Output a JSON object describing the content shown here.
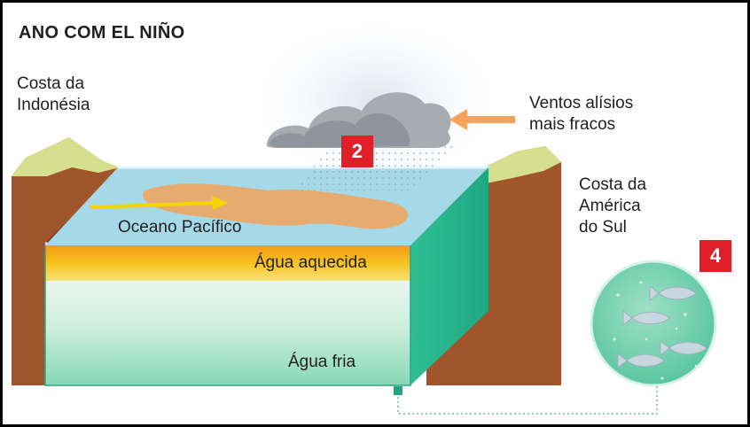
{
  "title": "ANO COM EL NIÑO",
  "labels": {
    "indonesia_coast": "Costa da\nIndonésia",
    "trade_winds": "Ventos alísios\nmais fracos",
    "south_america_coast": "Costa da\nAmérica\ndo Sul",
    "pacific_ocean": "Oceano Pacífico",
    "warm_water": "Água aquecida",
    "cold_water": "Água fria"
  },
  "badges": {
    "step_2": "2",
    "step_4": "4"
  },
  "colors": {
    "badge_red": "#e02028",
    "ocean_surface": "#9fd6e6",
    "warm_water": "#f7a51c",
    "cold_water": "#86d8b6",
    "land": "#a0562a",
    "arrow_orange": "#f5a25d",
    "arrow_yellow": "#f5d400"
  }
}
